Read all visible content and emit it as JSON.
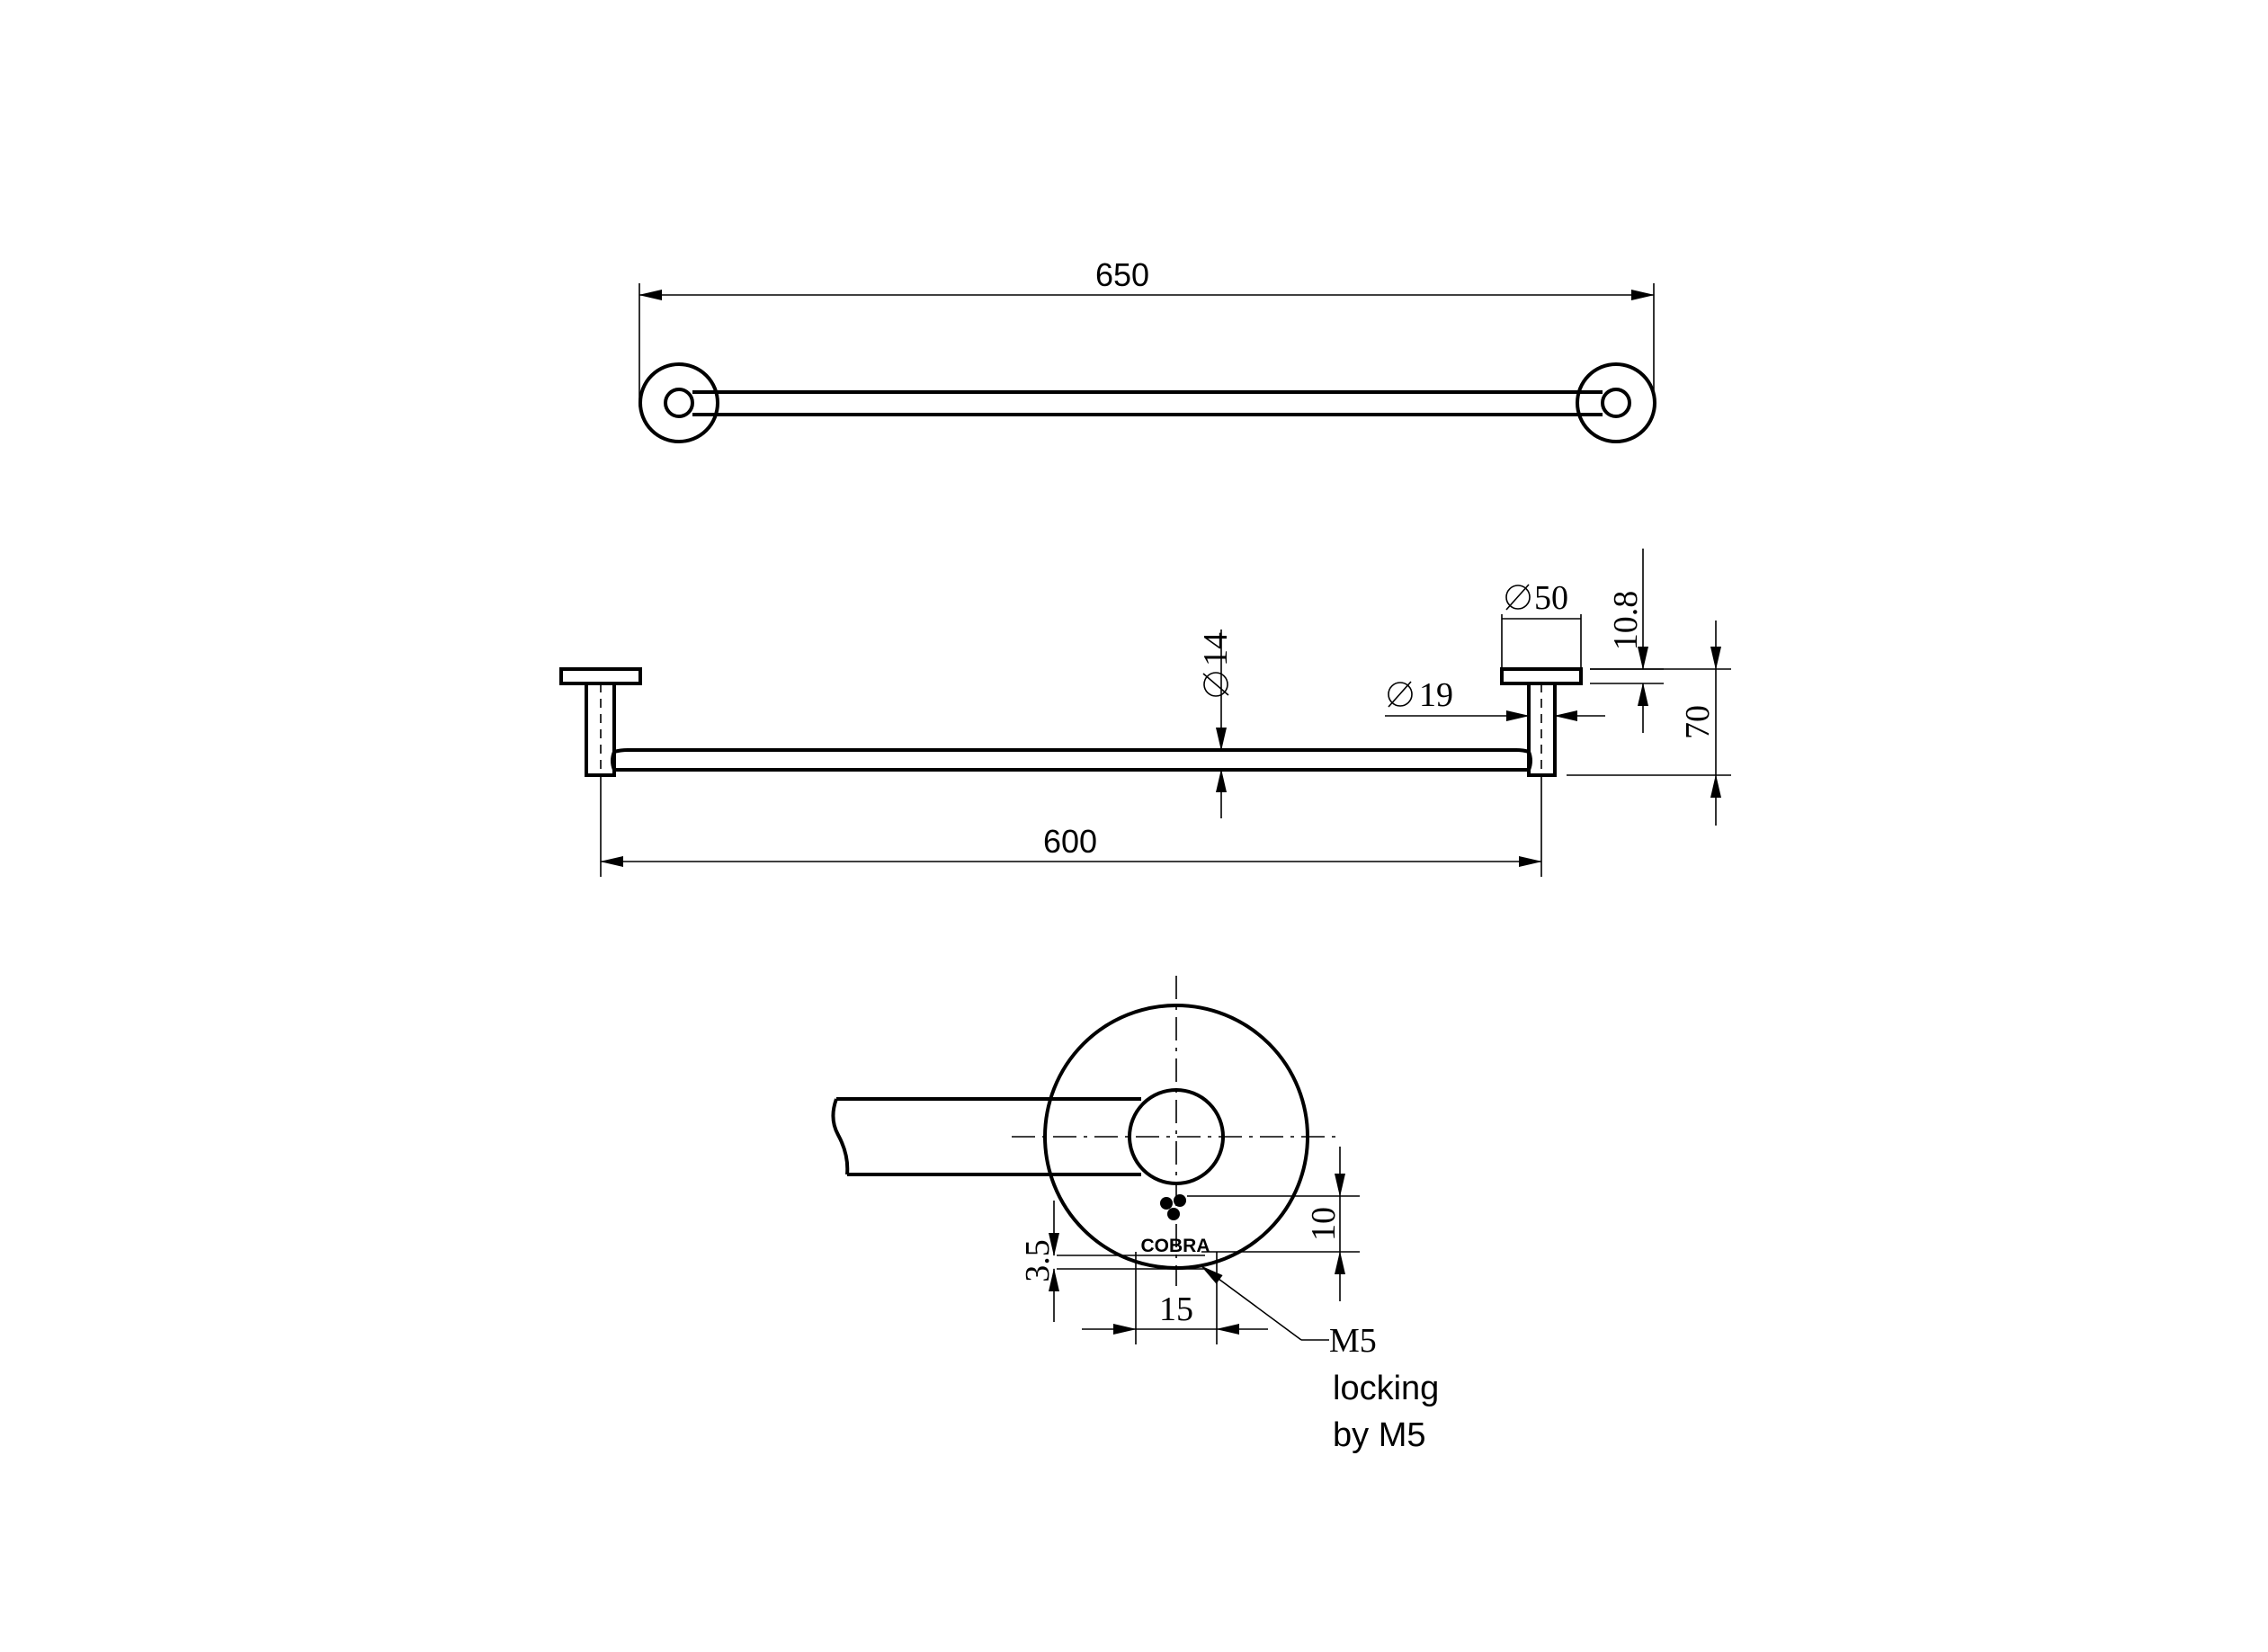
{
  "top_view": {
    "overall_length": "650"
  },
  "side_view": {
    "bar_length": "600",
    "bar_diameter": "14",
    "rosette_diameter": "50",
    "post_diameter": "19",
    "rosette_thickness": "10.8",
    "projection": "70"
  },
  "detail_view": {
    "offset_vertical": "10",
    "offset_small": "3.5",
    "screw_spacing": "15",
    "callout_line1": "M5",
    "callout_line2": "locking",
    "callout_line3": "by M5",
    "logo_text": "COBRA"
  },
  "icons": {
    "diameter": "diameter-symbol-icon",
    "logo": "cobra-logo-icon"
  }
}
